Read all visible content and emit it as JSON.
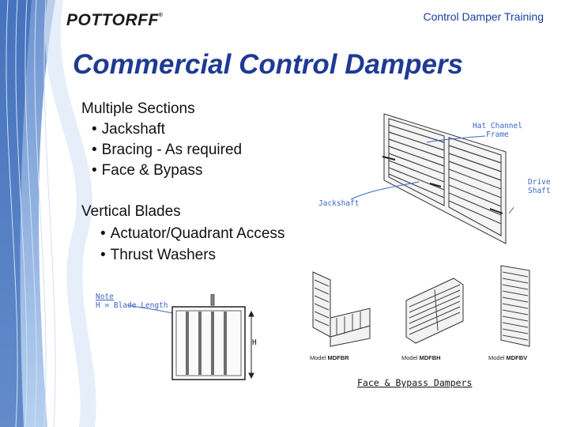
{
  "brand": {
    "logo": "POTTORFF",
    "logo_mark": "®"
  },
  "header": {
    "title": "Control Damper Training"
  },
  "slide": {
    "title": "Commercial Control Dampers"
  },
  "sections": {
    "multiple": {
      "heading": "Multiple Sections",
      "bullets": [
        "Jackshaft",
        "Bracing - As required",
        "Face & Bypass"
      ]
    },
    "vertical": {
      "heading": "Vertical Blades",
      "bullets": [
        "Actuator/Quadrant Access",
        "Thrust Washers"
      ]
    }
  },
  "diagram_labels": {
    "hat_channel": [
      "Hat Channel",
      "Frame"
    ],
    "drive_shaft": [
      "Drive",
      "Shaft"
    ],
    "jackshaft": "Jackshaft",
    "note": [
      "Note",
      "H = Blade Length"
    ],
    "h_mark": "H"
  },
  "models": [
    {
      "prefix": "Model ",
      "name": "MDFBR"
    },
    {
      "prefix": "Model ",
      "name": "MDFBH"
    },
    {
      "prefix": "Model ",
      "name": "MDFBV"
    }
  ],
  "caption": "Face & Bypass Dampers",
  "colors": {
    "title_blue": "#1f3a93",
    "header_blue": "#1f3f9f",
    "label_blue": "#3a66c4"
  }
}
